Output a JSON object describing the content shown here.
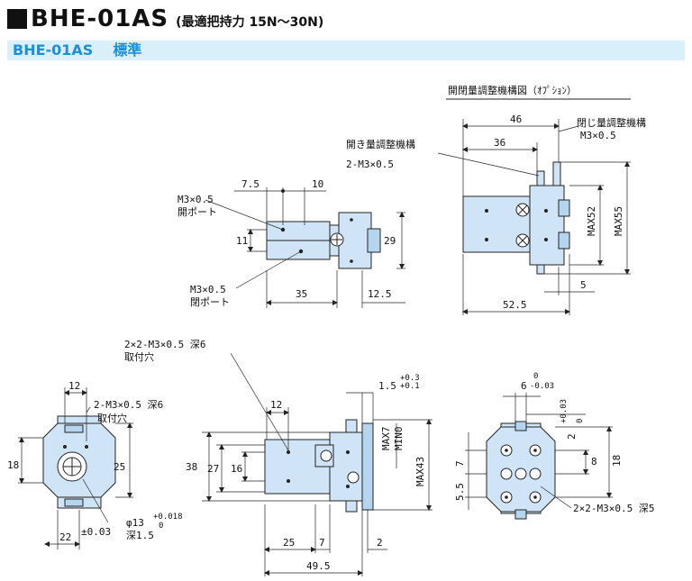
{
  "header": {
    "title": "BHE-01AS",
    "subtitle": "(最適把持力 15N〜30N)"
  },
  "band": {
    "model": "BHE-01AS",
    "type": "標準"
  },
  "labels": {
    "option_title": "開閉量調整機構図（ｵﾌﾟｼｮﾝ）",
    "open_adjust": "開き量調整機構",
    "open_adjust_thread": "2-M3×0.5",
    "close_adjust": "閉じ量調整機構",
    "close_adjust_thread": "M3×0.5",
    "port_open": "M3×0.5",
    "port_open_name": "開ポート",
    "port_close": "M3×0.5",
    "port_close_name": "閉ポート",
    "mount_hole_a": "2×2-M3×0.5 深6",
    "mount_hole_a_name": "取付穴",
    "mount_hole_b": "2-M3×0.5 深6",
    "mount_hole_b_name": "取付穴",
    "bore": "φ13",
    "bore_tol_up": "+0.018",
    "bore_tol_low": "0",
    "bore_depth": "深1.5",
    "tol_003": "±0.03",
    "jaw_thread": "2×2-M3×0.5 深5"
  },
  "dims": {
    "d46": "46",
    "d36": "36",
    "d52_5": "52.5",
    "d5": "5",
    "max52": "MAX52",
    "max55": "MAX55",
    "d7_5": "7.5",
    "d10": "10",
    "d11": "11",
    "d29": "29",
    "d35": "35",
    "d12_5": "12.5",
    "d12a": "12",
    "d18a": "18",
    "d25a": "25",
    "d22": "22",
    "d12b": "12",
    "d1_5": "1.5",
    "d1_5_up": "+0.3",
    "d1_5_low": "+0.1",
    "d38": "38",
    "d27": "27",
    "d16": "16",
    "max7": "MAX7",
    "min0": "MIN0",
    "max43": "MAX43",
    "d25b": "25",
    "d7b": "7",
    "d2b": "2",
    "d49_5": "49.5",
    "d6": "6",
    "d6_up": "0",
    "d6_low": "-0.03",
    "d2c": "2",
    "d2c_up": "+0.03",
    "d2c_low": "0",
    "d7c": "7",
    "d8c": "8",
    "d18c": "18",
    "d5_5": "5.5"
  }
}
